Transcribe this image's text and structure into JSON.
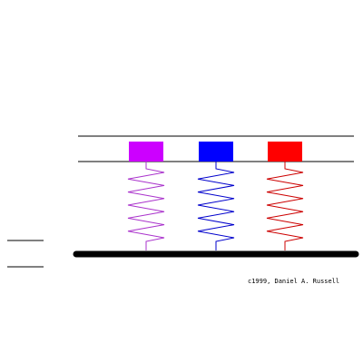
{
  "copyright": "c1999, Daniel A. Russell",
  "masses": [
    {
      "name": "mass-magenta",
      "color": "#cc00ff",
      "spring_color": "#aa33cc"
    },
    {
      "name": "mass-blue",
      "color": "#0000ff",
      "spring_color": "#0000cc"
    },
    {
      "name": "mass-red",
      "color": "#ff0000",
      "spring_color": "#cc0000"
    }
  ],
  "colors": {
    "ground": "#000000",
    "guide_lines": "#000000",
    "background": "#ffffff"
  }
}
